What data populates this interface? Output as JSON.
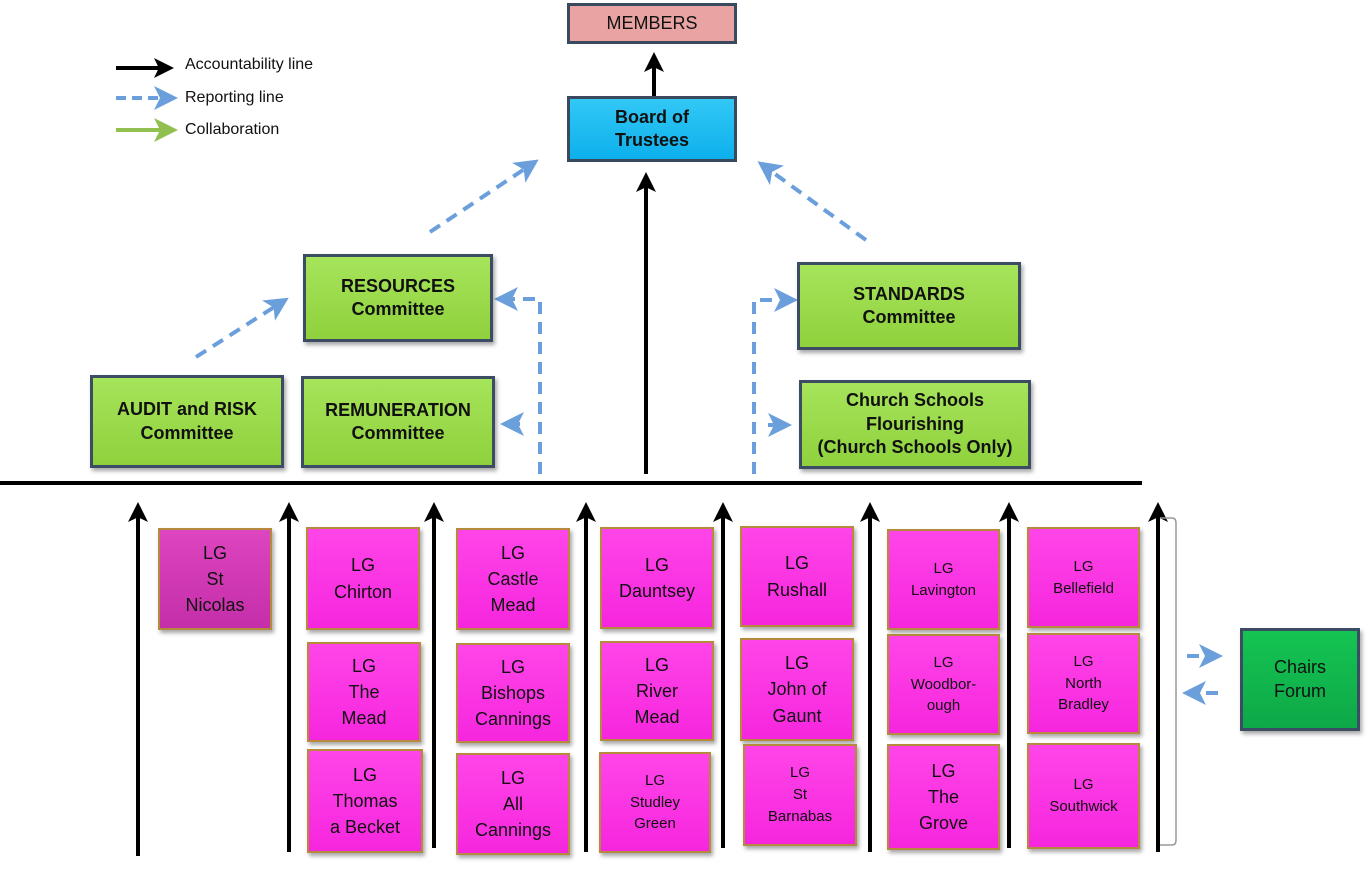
{
  "legend": {
    "accountability": "Accountability line",
    "reporting": "Reporting line",
    "collaboration": "Collaboration"
  },
  "members": "MEMBERS",
  "board": "Board of\nTrustees",
  "committees": {
    "resources": "RESOURCES\nCommittee",
    "standards": "STANDARDS\nCommittee",
    "audit": "AUDIT and RISK\nCommittee",
    "remuneration": "REMUNERATION\nCommittee",
    "church": "Church Schools\nFlourishing\n(Church Schools Only)"
  },
  "local_governance": {
    "st_nicolas": "LG\nSt\nNicolas",
    "chirton": "LG\nChirton",
    "the_mead": "LG\nThe\nMead",
    "thomas_a_becket": "LG\nThomas\na Becket",
    "castle_mead": "LG\nCastle\nMead",
    "bishops_cannings": "LG\nBishops\nCannings",
    "all_cannings": "LG\nAll\nCannings",
    "dauntsey": "LG\nDauntsey",
    "river_mead": "LG\nRiver\nMead",
    "studley_green": "LG\nStudley\nGreen",
    "rushall": "LG\nRushall",
    "john_of_gaunt": "LG\nJohn of\nGaunt",
    "st_barnabas": "LG\nSt\nBarnabas",
    "lavington": "LG\nLavington",
    "woodborough": "LG\nWoodbor-\nough",
    "the_grove": "LG\nThe\nGrove",
    "bellefield": "LG\nBellefield",
    "north_bradley": "LG\nNorth\nBradley",
    "southwick": "LG\nSouthwick"
  },
  "chairs_forum": "Chairs\nForum",
  "colors": {
    "accountability": "#000000",
    "reporting": "#6a9fdc",
    "collaboration": "#92c050",
    "committee": "#9bdb4d",
    "board": "#1bbcf0",
    "members": "#e9a3a3",
    "local_governance": "#f530e0",
    "chairs_forum": "#12b84e"
  }
}
